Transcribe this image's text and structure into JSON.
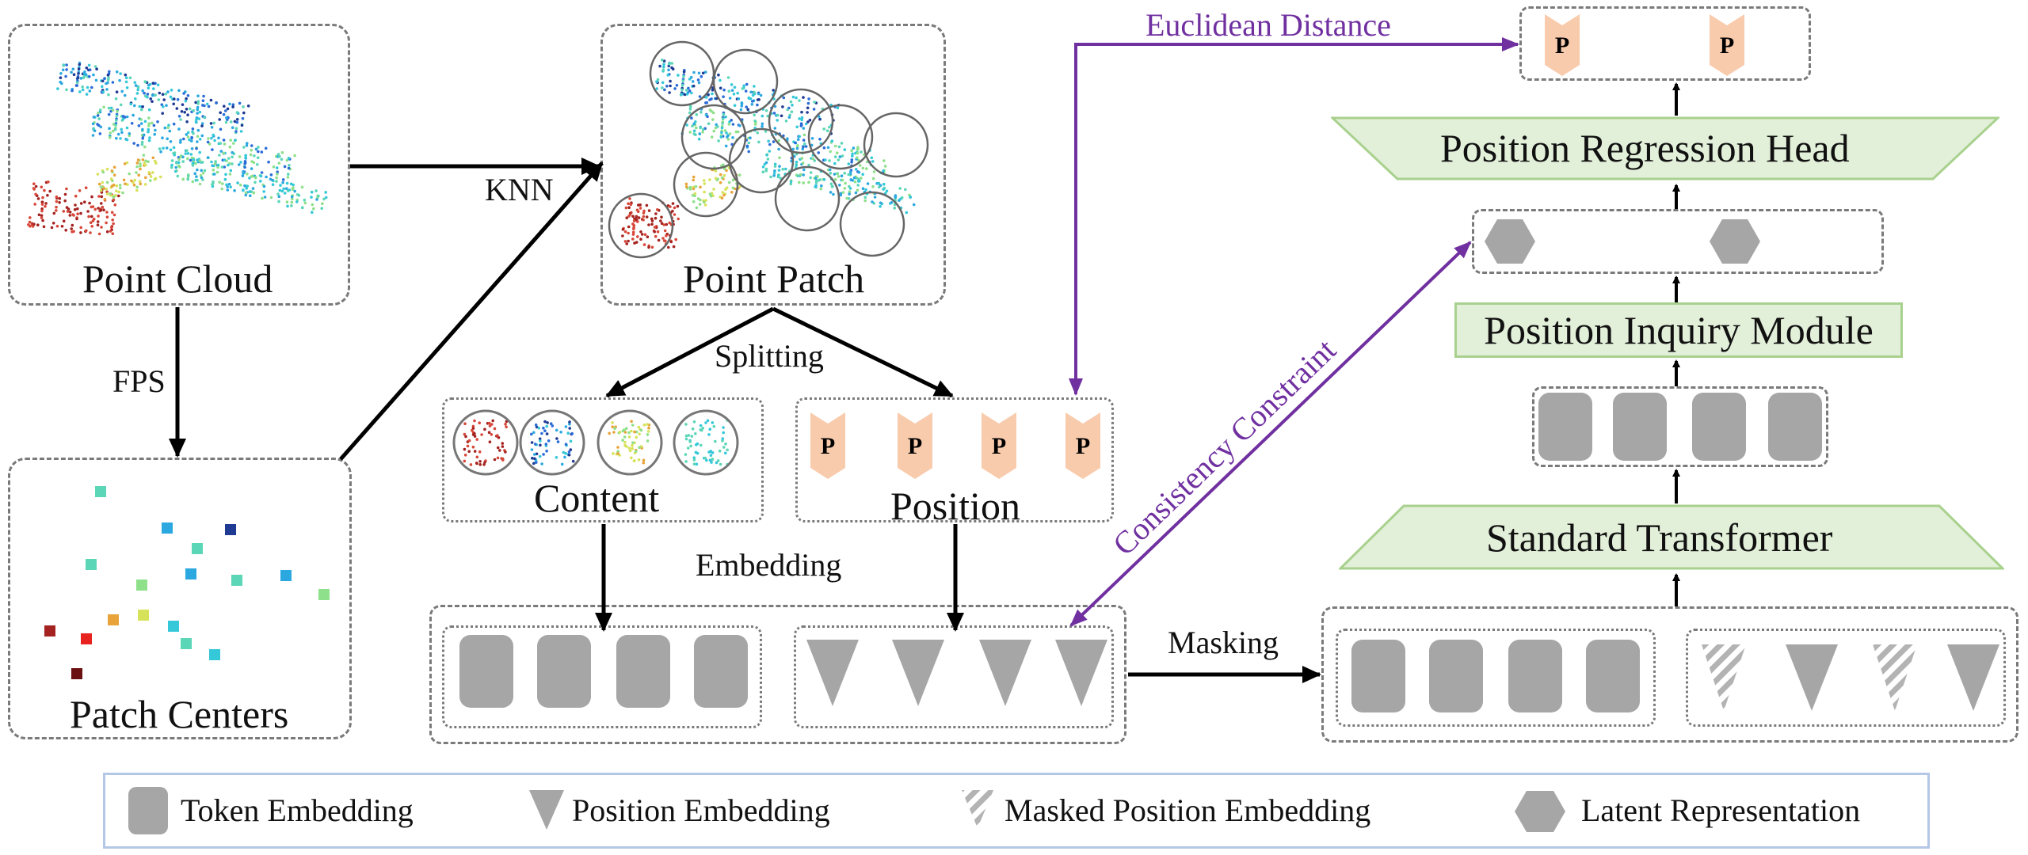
{
  "nodes": {
    "point_cloud": "Point Cloud",
    "point_patch": "Point Patch",
    "patch_centers": "Patch Centers",
    "content": "Content",
    "position": "Position",
    "position_regression_head": "Position Regression Head",
    "position_inquiry_module": "Position Inquiry Module",
    "standard_transformer": "Standard Transformer",
    "p_glyph": "P"
  },
  "edges": {
    "knn": "KNN",
    "fps": "FPS",
    "splitting": "Splitting",
    "embedding": "Embedding",
    "masking": "Masking",
    "euclidean_distance": "Euclidean Distance",
    "consistency_constraint": "Consistency Constraint"
  },
  "legend": {
    "token_embedding": "Token Embedding",
    "position_embedding": "Position Embedding",
    "masked_position_embedding": "Masked Position Embedding",
    "latent_representation": "Latent Representation"
  },
  "colors": {
    "accent_purple": "#7030a0",
    "embedding_gray": "#a6a6a6",
    "module_green_fill": "#e2efd9",
    "module_green_border": "#a9d18e",
    "position_tag": "#f8cbad",
    "legend_border": "#b4c7e7"
  }
}
